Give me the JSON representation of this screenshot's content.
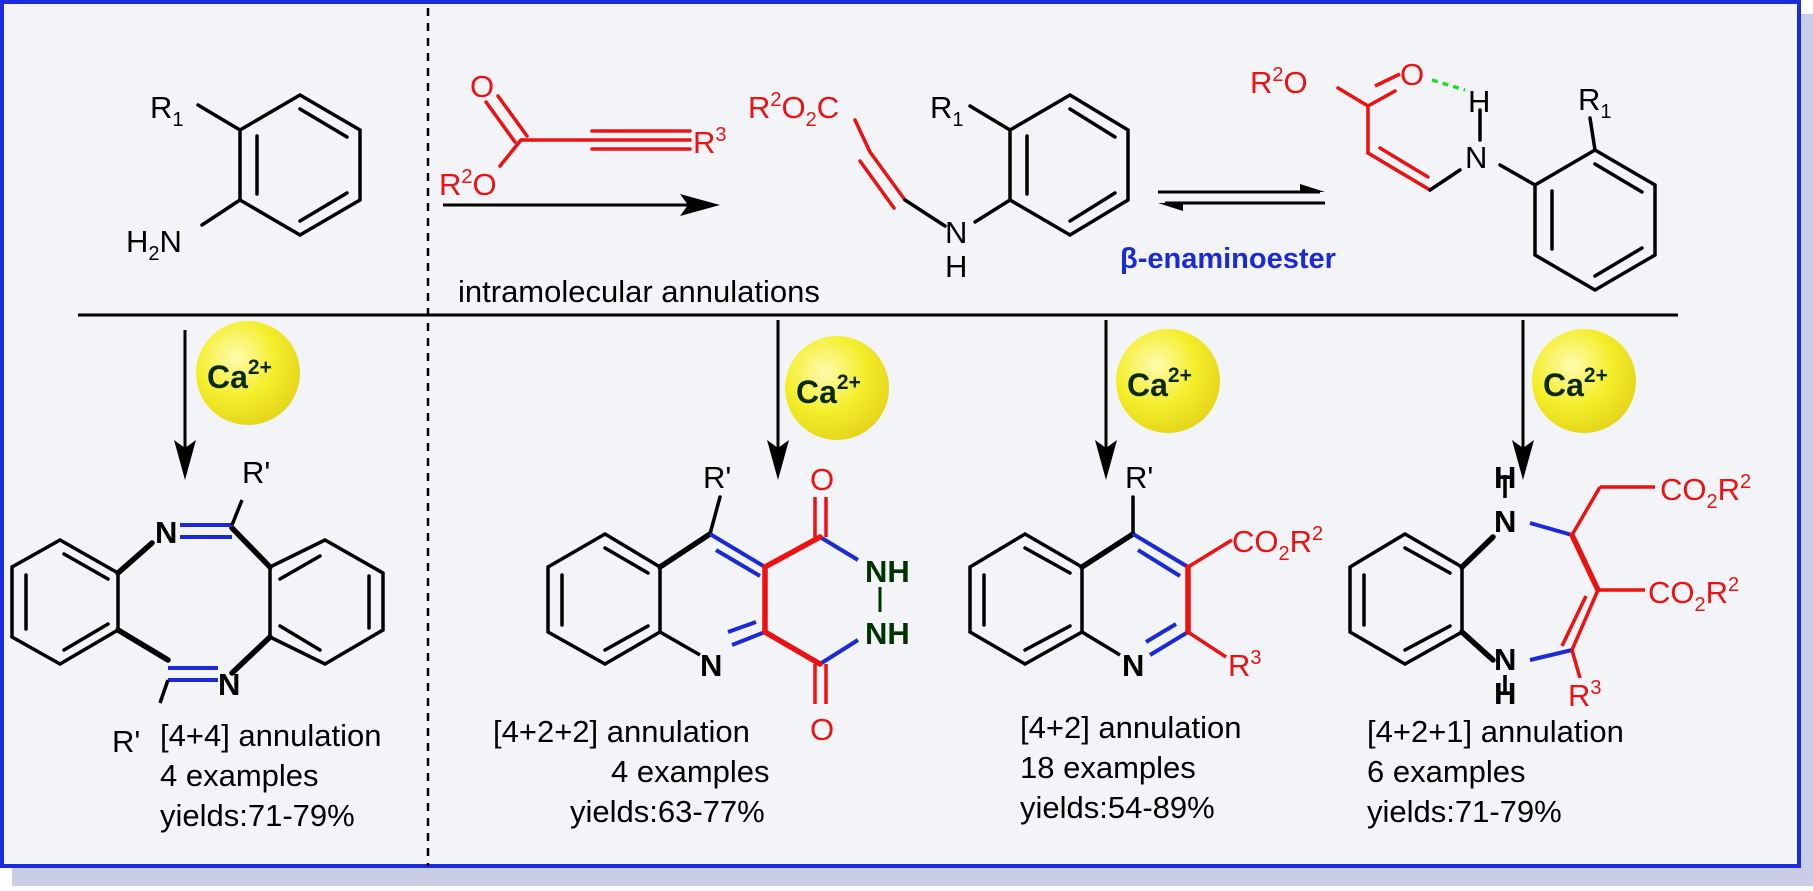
{
  "colors": {
    "frame_blue": "#1c2be0",
    "panel_bg": "#f3f4f8",
    "shadow": "#c9cde6",
    "bond_black": "#000000",
    "bond_red": "#ee1111",
    "bond_blue": "#1a2ad8",
    "hbond_green": "#22dd22",
    "ca_ball": "#f4ee2a",
    "nitrogen_dark": "#003300"
  },
  "top": {
    "aniline": {
      "r1": "R",
      "r1_sub": "1",
      "nh2_h": "H",
      "nh2_sub": "2",
      "nh2_n": "N"
    },
    "alkyne": {
      "o_carbonyl": "O",
      "r2": "R",
      "r2_sup": "2",
      "o_ester": "O",
      "r3": "R",
      "r3_sup": "3"
    },
    "enamine": {
      "r2": "R",
      "r2_sup": "2",
      "o2c": "O",
      "o2c_sub": "2",
      "c": "C",
      "r1": "R",
      "r1_sub": "1",
      "n": "N",
      "h": "H"
    },
    "intramolecular_label": "intramolecular annulations",
    "z_enamine": {
      "r2": "R",
      "r2_sup": "2",
      "o_ester": "O",
      "o_carbonyl": "O",
      "h": "H",
      "n": "N",
      "r1": "R",
      "r1_sub": "1"
    },
    "beta_label": "β-enaminoester"
  },
  "catalyst": {
    "text": "Ca",
    "sup": "2+"
  },
  "products": [
    {
      "id": "diazocine",
      "atoms": {
        "n1": "N",
        "n2": "N",
        "r_top": "R'",
        "r_bot": "R'"
      },
      "annulation": "[4+4] annulation",
      "examples": "4 examples",
      "yields": "yields:71-79%"
    },
    {
      "id": "pyridazinedione",
      "atoms": {
        "r_top": "R'",
        "o_top": "O",
        "o_bot": "O",
        "nh1": "NH",
        "nh2": "NH",
        "n_ring": "N"
      },
      "annulation": "[4+2+2] annulation",
      "examples": "4 examples",
      "yields": "yields:63-77%"
    },
    {
      "id": "quinoline",
      "atoms": {
        "r_top": "R'",
        "co2r": "CO",
        "co2r_sub": "2",
        "co2r_r": "R",
        "co2r_sup": "2",
        "n_ring": "N",
        "r3": "R",
        "r3_sup": "3"
      },
      "annulation": "[4+2] annulation",
      "examples": "18 examples",
      "yields": "yields:54-89%"
    },
    {
      "id": "benzodiazepine",
      "atoms": {
        "nh_top_h": "H",
        "nh_top_n": "N",
        "nh_bot_n": "N",
        "nh_bot_h": "H",
        "co2r_a": "CO",
        "co2r_a_sub": "2",
        "co2r_a_r": "R",
        "co2r_a_sup": "2",
        "co2r_b": "CO",
        "co2r_b_sub": "2",
        "co2r_b_r": "R",
        "co2r_b_sup": "2",
        "r3": "R",
        "r3_sup": "3"
      },
      "annulation": "[4+2+1] annulation",
      "examples": "6 examples",
      "yields": "yields:71-79%"
    }
  ]
}
